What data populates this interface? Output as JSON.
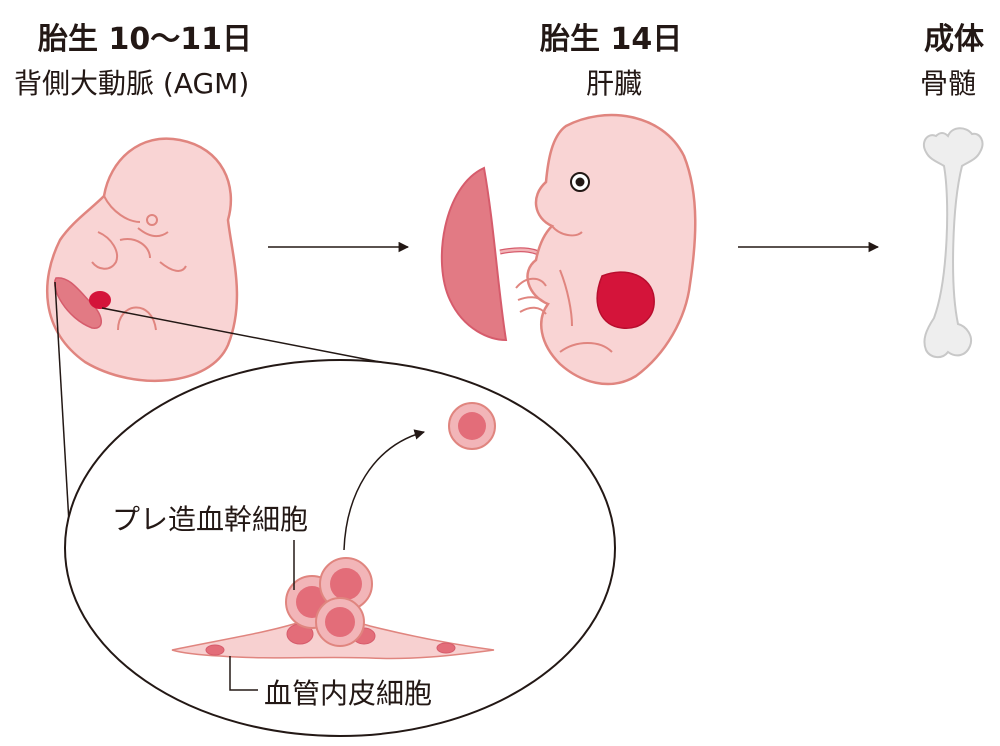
{
  "stages": [
    {
      "title": "胎生 10〜11日",
      "site": "背側大動脈 (AGM)"
    },
    {
      "title": "胎生 14日",
      "site": "肝臓"
    },
    {
      "title": "成体",
      "site": "骨髄"
    }
  ],
  "inset": {
    "pre_hsc_label": "プレ造血幹細胞",
    "endothelial_label": "血管内皮細胞"
  },
  "colors": {
    "embryo_fill": "#f9d4d4",
    "embryo_stroke": "#e0857f",
    "placenta_fill": "#e27a84",
    "red_tissue": "#d4143a",
    "cell_fill": "#f2b5b8",
    "cell_nucleus": "#e36d79",
    "bone_fill": "#eeeeee",
    "bone_stroke": "#c8c8c8",
    "line": "#231815"
  }
}
